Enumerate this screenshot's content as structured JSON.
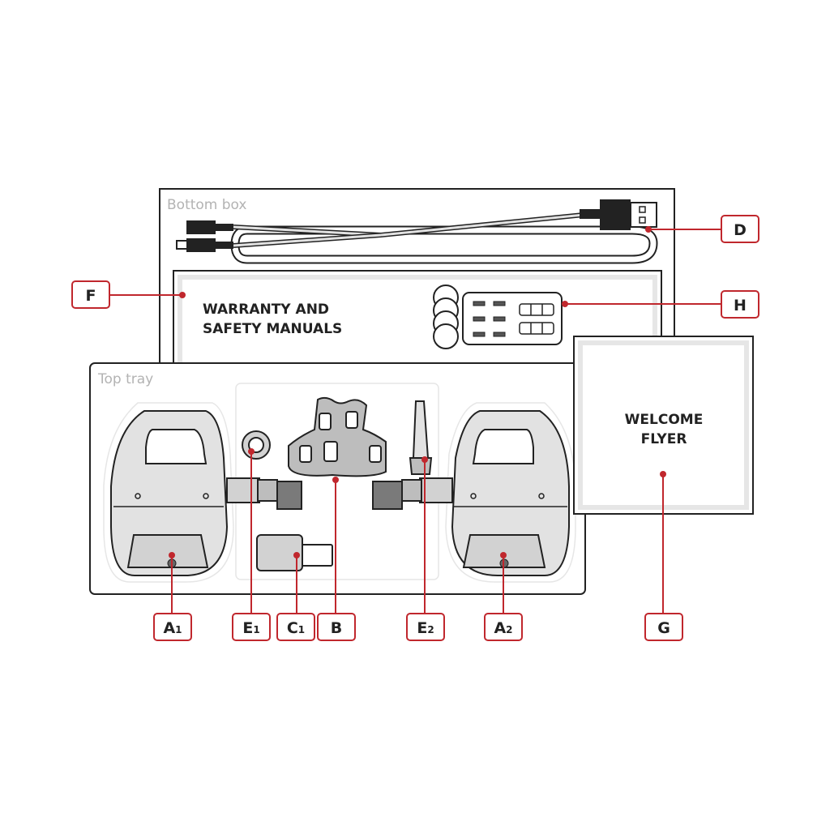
{
  "regions": {
    "bottom_box": "Bottom box",
    "top_tray": "Top tray"
  },
  "documents": {
    "manuals_line1": "WARRANTY AND",
    "manuals_line2": "SAFETY MANUALS",
    "flyer_line1": "WELCOME",
    "flyer_line2": "FLYER"
  },
  "callouts": {
    "a1": {
      "letter": "A",
      "sub": "1"
    },
    "e1": {
      "letter": "E",
      "sub": "1"
    },
    "c1": {
      "letter": "C",
      "sub": "1"
    },
    "b": {
      "letter": "B",
      "sub": ""
    },
    "e2": {
      "letter": "E",
      "sub": "2"
    },
    "a2": {
      "letter": "A",
      "sub": "2"
    },
    "g": {
      "letter": "G",
      "sub": ""
    },
    "d": {
      "letter": "D",
      "sub": ""
    },
    "f": {
      "letter": "F",
      "sub": ""
    },
    "h": {
      "letter": "H",
      "sub": ""
    }
  },
  "colors": {
    "accent": "#c0272d",
    "outline": "#222222",
    "muted_text": "#b3b3b3",
    "part_fill": "#e2e2e2"
  }
}
